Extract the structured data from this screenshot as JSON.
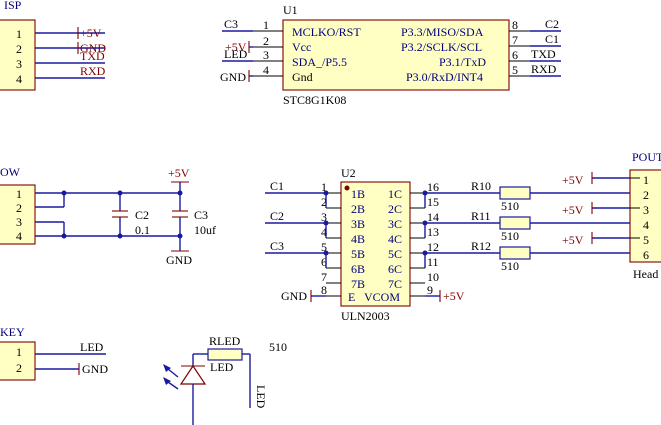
{
  "isp": {
    "ref": "ISP",
    "pins": [
      "1",
      "2",
      "3",
      "4"
    ],
    "nets": [
      "+5V",
      "GND",
      "TXD",
      "RXD"
    ]
  },
  "u1": {
    "ref": "U1",
    "part": "STC8G1K08",
    "left_pins": [
      {
        "num": "1",
        "name": "MCLKO/RST",
        "net": "C3"
      },
      {
        "num": "2",
        "name": "Vcc",
        "net": "+5V"
      },
      {
        "num": "3",
        "name": "SDA_/P5.5",
        "net": "LED"
      },
      {
        "num": "4",
        "name": "Gnd",
        "net": "GND"
      }
    ],
    "right_pins": [
      {
        "num": "8",
        "name": "P3.3/MISO/SDA",
        "net": "C2"
      },
      {
        "num": "7",
        "name": "P3.2/SCLK/SCL",
        "net": "C1"
      },
      {
        "num": "6",
        "name": "P3.1/TxD",
        "net": "TXD"
      },
      {
        "num": "5",
        "name": "P3.0/RxD/INT4",
        "net": "RXD"
      }
    ]
  },
  "pow": {
    "ref": "OW",
    "pins": [
      "1",
      "2",
      "3",
      "4"
    ],
    "c2": {
      "ref": "C2",
      "value": "0.1"
    },
    "c3": {
      "ref": "C3",
      "value": "10uf"
    },
    "vcc": "+5V",
    "gnd": "GND"
  },
  "u2": {
    "ref": "U2",
    "part": "ULN2003",
    "left_pins": [
      {
        "num": "1",
        "name": "1B"
      },
      {
        "num": "2",
        "name": "2B"
      },
      {
        "num": "3",
        "name": "3B"
      },
      {
        "num": "4",
        "name": "4B"
      },
      {
        "num": "5",
        "name": "5B"
      },
      {
        "num": "6",
        "name": "6B"
      },
      {
        "num": "7",
        "name": "7B"
      },
      {
        "num": "8",
        "name": "E"
      }
    ],
    "right_pins": [
      {
        "num": "16",
        "name": "1C"
      },
      {
        "num": "15",
        "name": "2C"
      },
      {
        "num": "14",
        "name": "3C"
      },
      {
        "num": "13",
        "name": "4C"
      },
      {
        "num": "12",
        "name": "5C"
      },
      {
        "num": "11",
        "name": "6C"
      },
      {
        "num": "10",
        "name": "7C"
      },
      {
        "num": "9",
        "name": "VCOM"
      }
    ],
    "inputs": [
      "C1",
      "C2",
      "C3"
    ],
    "gnd": "GND",
    "vcom": "+5V"
  },
  "resistors": [
    {
      "ref": "R10",
      "value": "510"
    },
    {
      "ref": "R11",
      "value": "510"
    },
    {
      "ref": "R12",
      "value": "510"
    }
  ],
  "pout": {
    "ref": "POUT",
    "pins": [
      "1",
      "2",
      "3",
      "4",
      "5",
      "6"
    ],
    "supply": [
      "+5V",
      "+5V",
      "+5V"
    ],
    "footer": "Head"
  },
  "key": {
    "ref": "KEY",
    "pins": [
      "1",
      "2"
    ],
    "nets": [
      "LED",
      "GND"
    ]
  },
  "led_circuit": {
    "resistor_ref": "RLED",
    "resistor_value": "510",
    "led_ref": "LED",
    "net": "LED"
  }
}
